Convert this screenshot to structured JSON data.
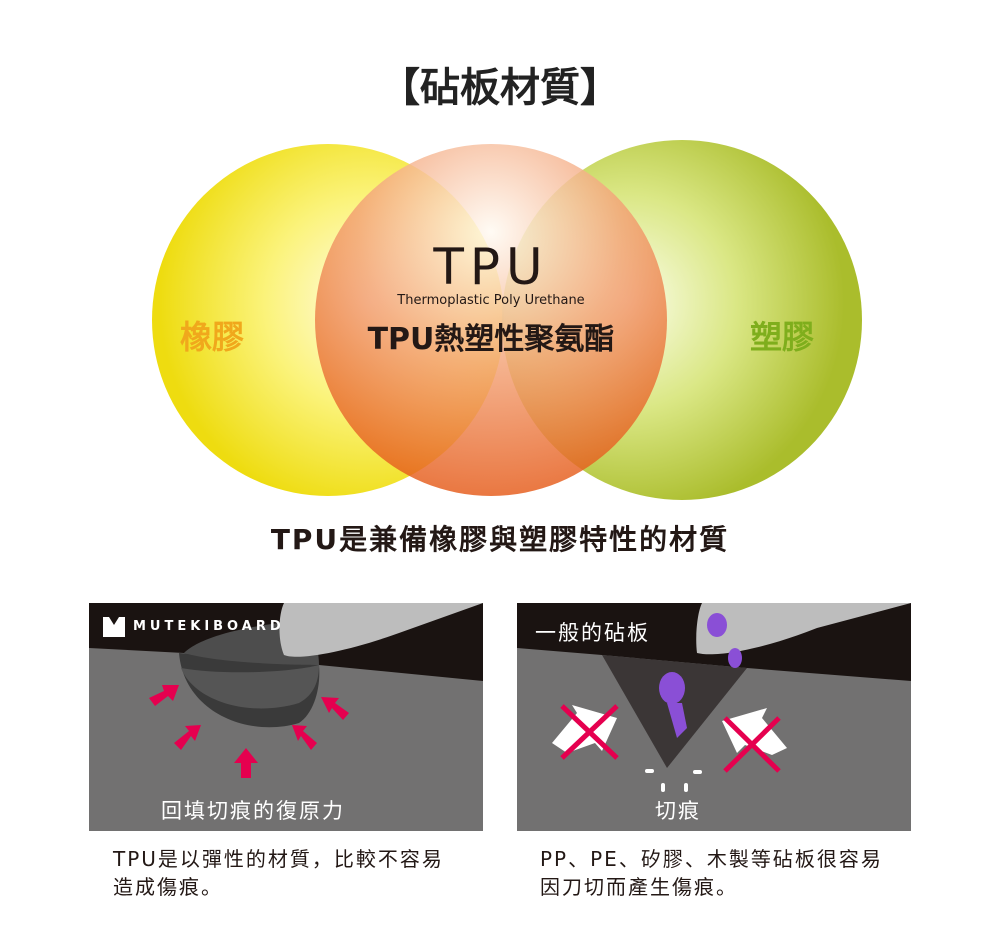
{
  "title": "【砧板材質】",
  "venn": {
    "left": {
      "label": "橡膠",
      "color": "#f0a81c"
    },
    "center": {
      "heading": "TPU",
      "subheading": "Thermoplastic Poly Urethane",
      "label": "TPU熱塑性聚氨酯"
    },
    "right": {
      "label": "塑膠",
      "color": "#7fae1c"
    }
  },
  "caption": "TPU是兼備橡膠與塑膠特性的材質",
  "panels": [
    {
      "brand": "MUTEKIBOARD",
      "label": "回填切痕的復原力",
      "description": [
        "TPU是以彈性的材質，比較不容易",
        "造成傷痕。"
      ]
    },
    {
      "heading": "一般的砧板",
      "label": "切痕",
      "description": [
        "PP、PE、矽膠、木製等砧板很容易",
        "因刀切而產生傷痕。"
      ]
    }
  ],
  "accent": "#e5004f"
}
